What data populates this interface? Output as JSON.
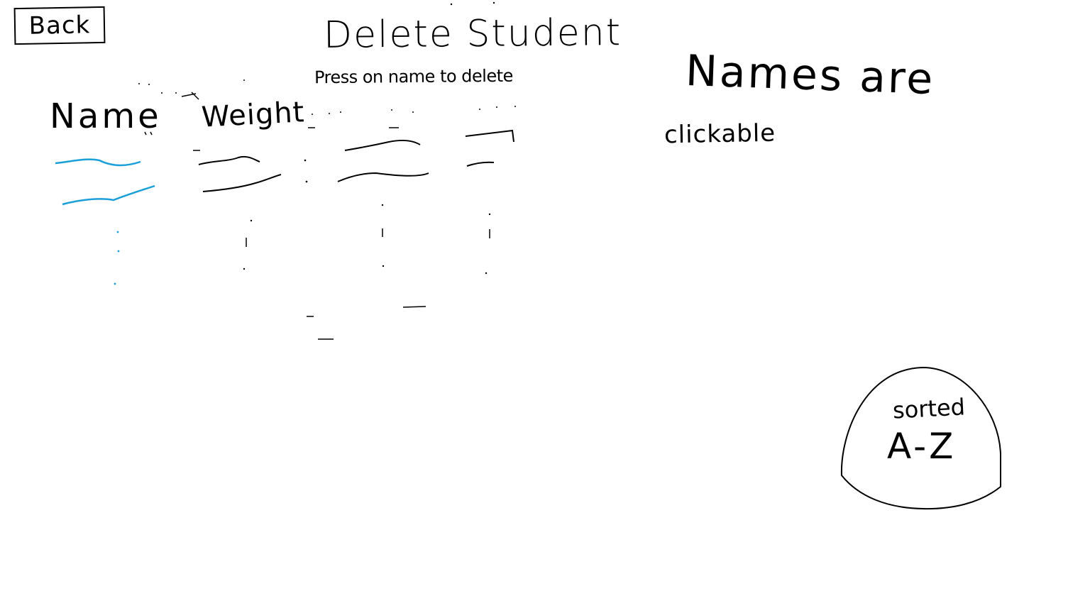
{
  "header": {
    "back_label": "Back",
    "title": "Delete Student",
    "subtitle": "Press on name to delete"
  },
  "note": {
    "line1": "Names are",
    "line2": "clickable"
  },
  "table": {
    "columns": [
      "Name",
      "Weight"
    ]
  },
  "sort_badge": {
    "label": "sorted",
    "range": "A-Z"
  },
  "colors": {
    "name_link": "#1a9fd9",
    "ink": "#000000"
  }
}
